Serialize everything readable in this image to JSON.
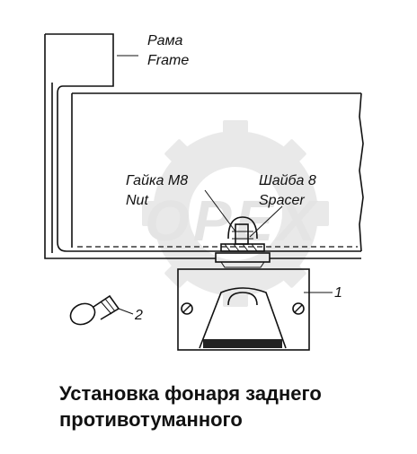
{
  "labels": {
    "frame_ru": "Рама",
    "frame_en": "Frame",
    "nut_ru": "Гайка М8",
    "nut_en": "Nut",
    "washer_ru": "Шайба 8",
    "washer_en": "Spacer",
    "callout_1": "1",
    "callout_2": "2"
  },
  "watermark": "OPEX",
  "caption": {
    "line1": "Установка фонаря заднего",
    "line2": "противотуманного"
  }
}
